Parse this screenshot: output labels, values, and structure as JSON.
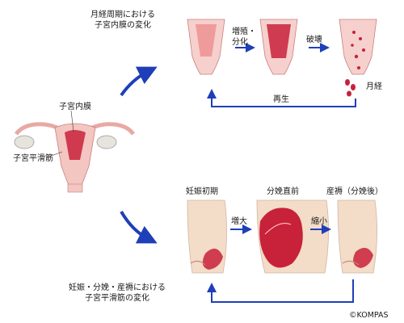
{
  "captions": {
    "menstrual_title": [
      "月経周期における",
      "子宮内膜の変化"
    ],
    "pregnancy_title": [
      "妊娠・分娩・産褥における",
      "子宮平滑筋の変化"
    ]
  },
  "anatomy": {
    "endometrium_label": "子宮内膜",
    "smooth_muscle_label": "子宮平滑筋"
  },
  "menstrual_cycle": {
    "proliferation_label": [
      "増殖・",
      "分化"
    ],
    "breakdown_label": "破壊",
    "menstruation_label": "月経",
    "regeneration_label": "再生"
  },
  "pregnancy_stages": {
    "early_label": "妊娠初期",
    "pre_delivery_label": "分娩直前",
    "postpartum_label": "産褥（分娩後）",
    "enlarge_label": "増大",
    "shrink_label": "縮小"
  },
  "credit": "©KOMPAS",
  "colors": {
    "accent_blue": "#1f3fb8",
    "uterus_red": "#c8213a",
    "tissue_pink": "#f2b8b4",
    "skin_tone": "#f3dcc8"
  }
}
